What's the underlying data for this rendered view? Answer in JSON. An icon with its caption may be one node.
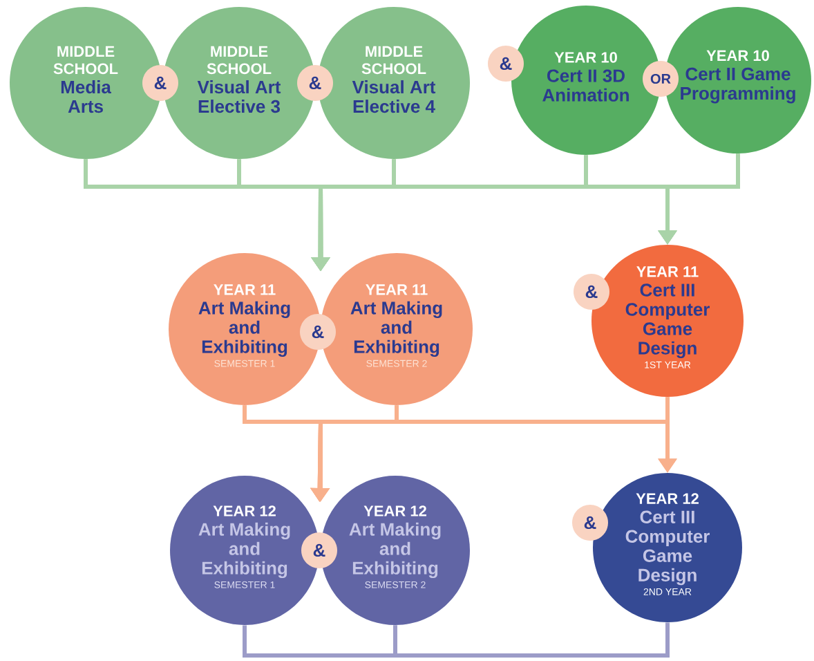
{
  "diagram": {
    "nodes": [
      {
        "text": [
          "MIDDLE SCHOOL",
          "Media Arts"
        ]
      },
      {
        "text": [
          "&"
        ]
      },
      {
        "text": [
          "MIDDLE SCHOOL",
          "Visual Art Elective 3"
        ]
      },
      {
        "text": [
          "&"
        ]
      },
      {
        "text": [
          "MIDDLE SCHOOL",
          "Visual Art Elective 4"
        ]
      },
      {
        "text": [
          "&"
        ]
      },
      {
        "text": [
          "YEAR 10",
          "Cert II 3D Animation"
        ]
      },
      {
        "text": [
          "OR"
        ]
      },
      {
        "text": [
          "YEAR 10",
          "Cert II Game Programming"
        ]
      },
      {
        "text": [
          "YEAR 11",
          "Art Making and Exhibiting",
          "SEMESTER 1"
        ]
      },
      {
        "text": [
          "&"
        ]
      },
      {
        "text": [
          "YEAR 11",
          "Art Making and Exhibiting",
          "SEMESTER 2"
        ]
      },
      {
        "text": [
          "&"
        ]
      },
      {
        "text": [
          "YEAR 11",
          "Cert III Computer Game Design",
          "1ST YEAR"
        ]
      },
      {
        "text": [
          "YEAR 12",
          "Art Making and Exhibiting",
          "SEMESTER 1"
        ]
      },
      {
        "text": [
          "&"
        ]
      },
      {
        "text": [
          "YEAR 12",
          "Art Making and Exhibiting",
          "SEMESTER 2"
        ]
      },
      {
        "text": [
          "&"
        ]
      },
      {
        "text": [
          "YEAR 12",
          "Cert III Computer Game Design",
          "2ND YEAR"
        ]
      }
    ],
    "edges": [
      {
        "from": 0,
        "to": 9,
        "arrow": "to"
      },
      {
        "from": 0,
        "to": 11,
        "arrow": "to"
      },
      {
        "from": 0,
        "to": 13,
        "arrow": "to"
      },
      {
        "from": 2,
        "to": 9,
        "arrow": "to"
      },
      {
        "from": 2,
        "to": 11,
        "arrow": "to"
      },
      {
        "from": 2,
        "to": 13,
        "arrow": "to"
      },
      {
        "from": 4,
        "to": 9,
        "arrow": "to"
      },
      {
        "from": 4,
        "to": 11,
        "arrow": "to"
      },
      {
        "from": 4,
        "to": 13,
        "arrow": "to"
      },
      {
        "from": 6,
        "to": 9,
        "arrow": "to"
      },
      {
        "from": 6,
        "to": 11,
        "arrow": "to"
      },
      {
        "from": 6,
        "to": 13,
        "arrow": "to"
      },
      {
        "from": 8,
        "to": 9,
        "arrow": "to"
      },
      {
        "from": 8,
        "to": 11,
        "arrow": "to"
      },
      {
        "from": 8,
        "to": 13,
        "arrow": "to"
      },
      {
        "from": 9,
        "to": 14,
        "arrow": "to",
        "color": "#f8b08c"
      },
      {
        "from": 9,
        "to": 16,
        "arrow": "to",
        "color": "#f8b08c"
      },
      {
        "from": 9,
        "to": 18,
        "arrow": "to",
        "color": "#f8b08c"
      },
      {
        "from": 11,
        "to": 14,
        "arrow": "to",
        "color": "#f8b08c"
      },
      {
        "from": 11,
        "to": 16,
        "arrow": "to",
        "color": "#f8b08c"
      },
      {
        "from": 11,
        "to": 18,
        "arrow": "to",
        "color": "#f8b08c"
      },
      {
        "from": 13,
        "to": 14,
        "arrow": "to",
        "color": "#f8b08c"
      },
      {
        "from": 13,
        "to": 16,
        "arrow": "to",
        "color": "#f8b08c"
      },
      {
        "from": 13,
        "to": 18,
        "arrow": "to",
        "color": "#f8b08c"
      },
      {
        "from": 14,
        "to": 16,
        "arrow": "none",
        "color": "#9c9cc8"
      },
      {
        "from": 16,
        "to": 18,
        "arrow": "none",
        "color": "#9c9cc8"
      }
    ]
  }
}
